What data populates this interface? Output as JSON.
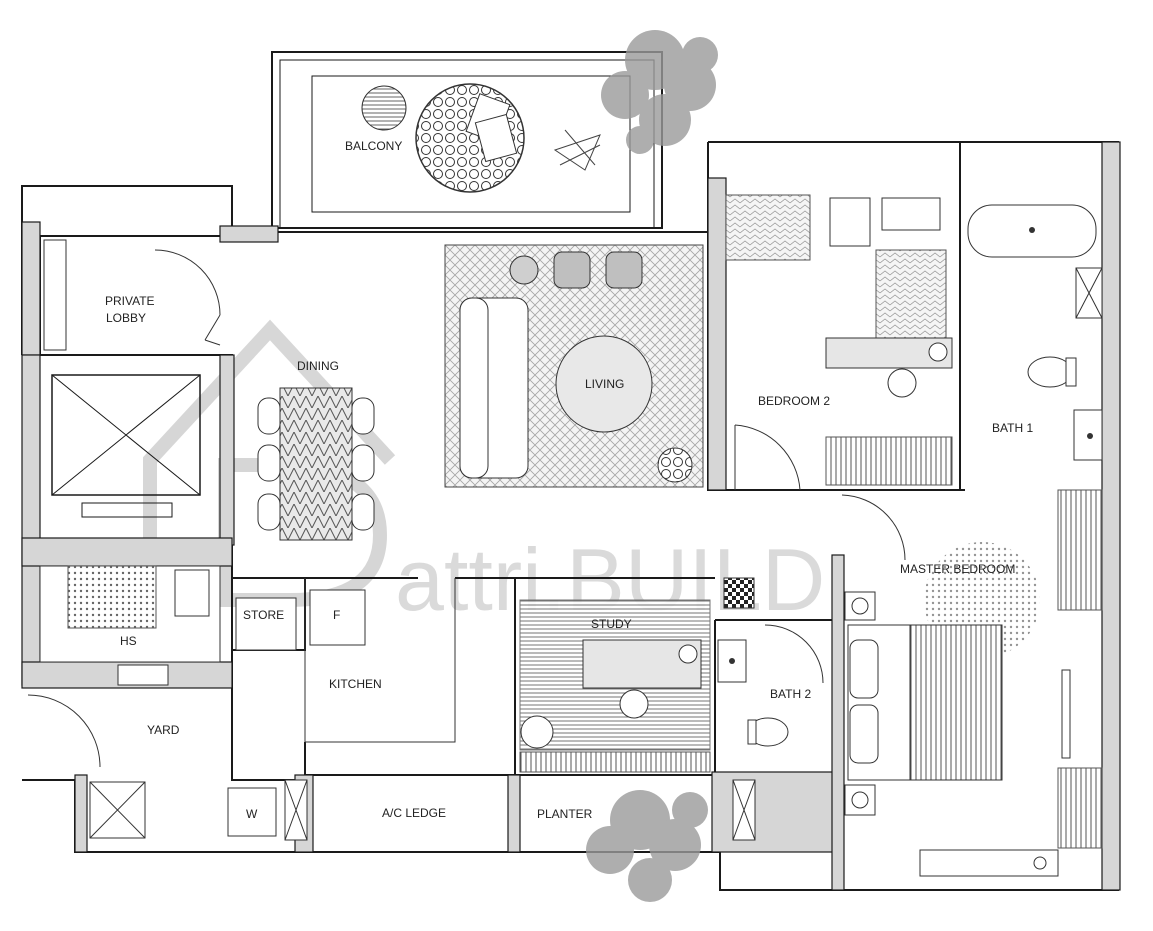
{
  "rooms": {
    "balcony": "BALCONY",
    "private_lobby_line1": "PRIVATE",
    "private_lobby_line2": "LOBBY",
    "dining": "DINING",
    "living": "LIVING",
    "bedroom2": "BEDROOM 2",
    "bath1": "BATH 1",
    "master_bedroom": "MASTER BEDROOM",
    "store": "STORE",
    "fridge": "F",
    "study": "STUDY",
    "kitchen": "KITCHEN",
    "hs": "HS",
    "yard": "YARD",
    "bath2": "BATH 2",
    "washer": "W",
    "ac_ledge": "A/C LEDGE",
    "planter": "PLANTER"
  },
  "watermark": "attri.BUILD",
  "colors": {
    "wall": "#1a1a1a",
    "wall_fill": "#d6d6d6",
    "rug_hatch": "#9a9a9a",
    "furniture": "#e6e6e6",
    "tree": "#8a8a8a"
  }
}
